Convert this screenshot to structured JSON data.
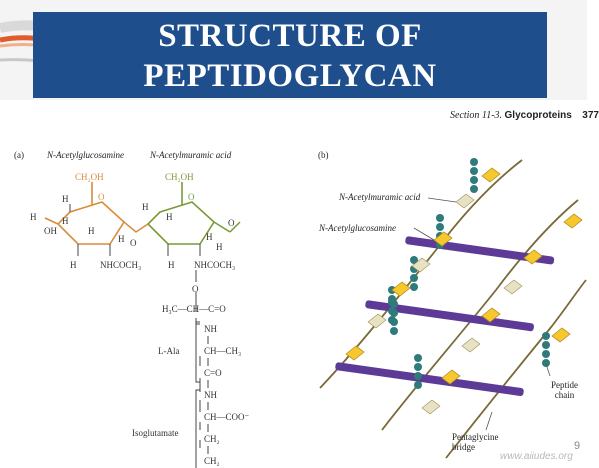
{
  "slide": {
    "title_line1": "STRUCTURE OF",
    "title_line2": "PEPTIDOGLYCAN",
    "page_number": "9",
    "watermark": "www.aiiudes.org"
  },
  "header": {
    "section": "Section 11-3.",
    "topic": "Glycoproteins",
    "page": "377"
  },
  "panel_a": {
    "tag": "(a)",
    "label_glcnac": "N-Acetylglucosamine",
    "label_murnac": "N-Acetylmuramic acid",
    "ch2oh_1": "CH₂OH",
    "ch2oh_2": "CH₂OH",
    "h": "H",
    "o": "O",
    "oh": "OH",
    "nhcoch3": "NHCOCH₃",
    "lactyl": "H₃C—CH—C=O",
    "nh": "NH",
    "ch_ch3": "CH—CH₃",
    "c_o": "C=O",
    "ch_coo": "CH—COO⁻",
    "ch2": "CH₂",
    "ch2_cut": "CH₂",
    "l_ala": "L-Ala",
    "isoglutamate": "Isoglutamate"
  },
  "panel_b": {
    "tag": "(b)",
    "label_murnac": "N-Acetylmuramic acid",
    "label_glcnac": "N-Acetylglucosamine",
    "peptide_line1": "Peptide",
    "peptide_line2": "chain",
    "bridge_line1": "Pentaglycine",
    "bridge_line2": "bridge"
  },
  "colors": {
    "title_bg": "#1f4e8c",
    "glcnac": "#d98b3a",
    "murnac": "#7a9a35",
    "hexagon_yellow": "#f6c82e",
    "peptide_purple": "#5c3a96",
    "bridge_teal": "#2f7a7a"
  }
}
